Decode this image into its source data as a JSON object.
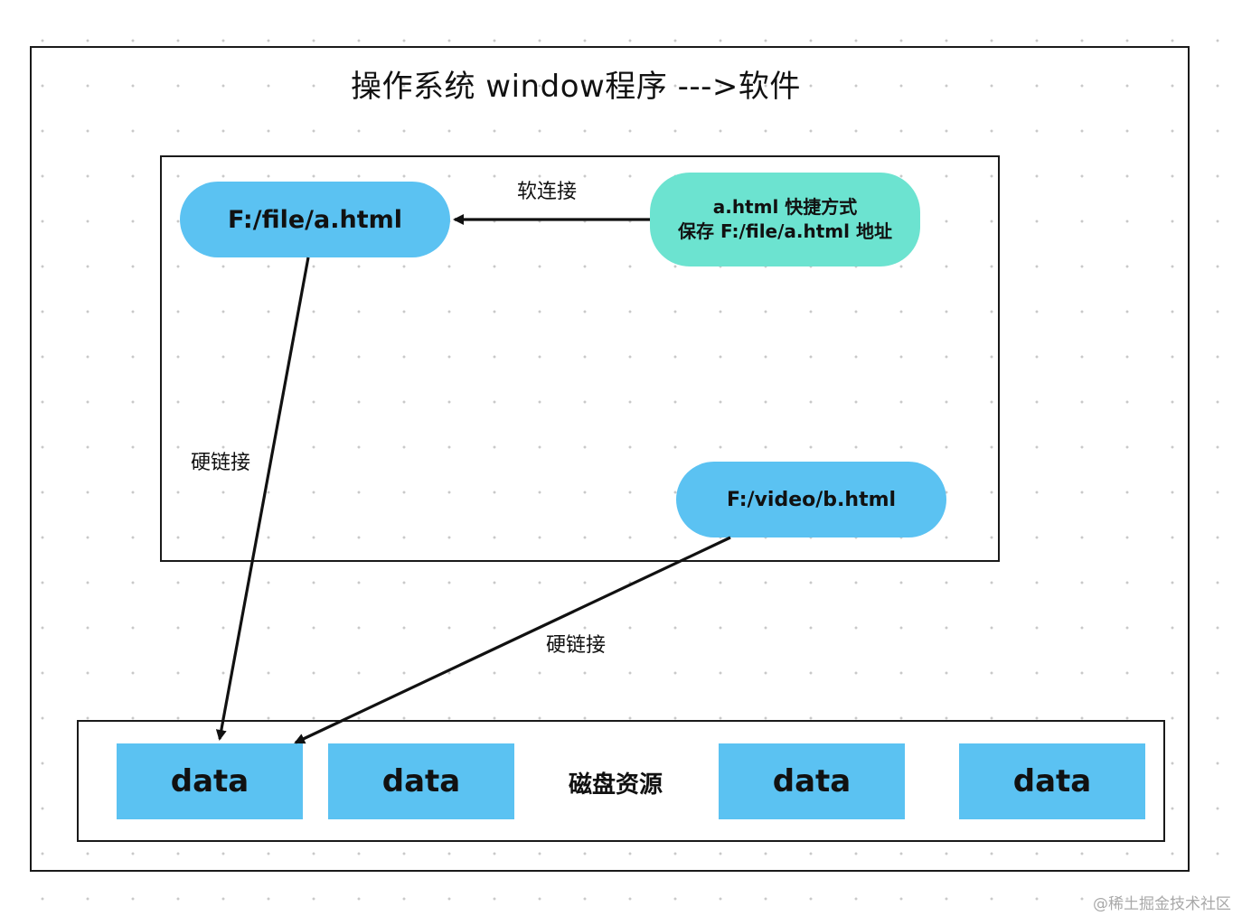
{
  "title": "操作系统 window程序 --->软件",
  "hard_link_path": "F:/file/a.html",
  "shortcut": {
    "line1": "a.html 快捷方式",
    "line2": "保存 F:/file/a.html 地址"
  },
  "second_path": "F:/video/b.html",
  "labels": {
    "soft_link": "软连接",
    "hard_link_1": "硬链接",
    "hard_link_2": "硬链接"
  },
  "disk": {
    "label": "磁盘资源",
    "blocks": [
      "data",
      "data",
      "data",
      "data"
    ]
  },
  "watermark": "@稀土掘金技术社区",
  "colors": {
    "file_node": "#5bc2f2",
    "shortcut_node": "#6ce3d0",
    "data_block": "#5bc2f2",
    "stroke": "#1a1a1a"
  }
}
